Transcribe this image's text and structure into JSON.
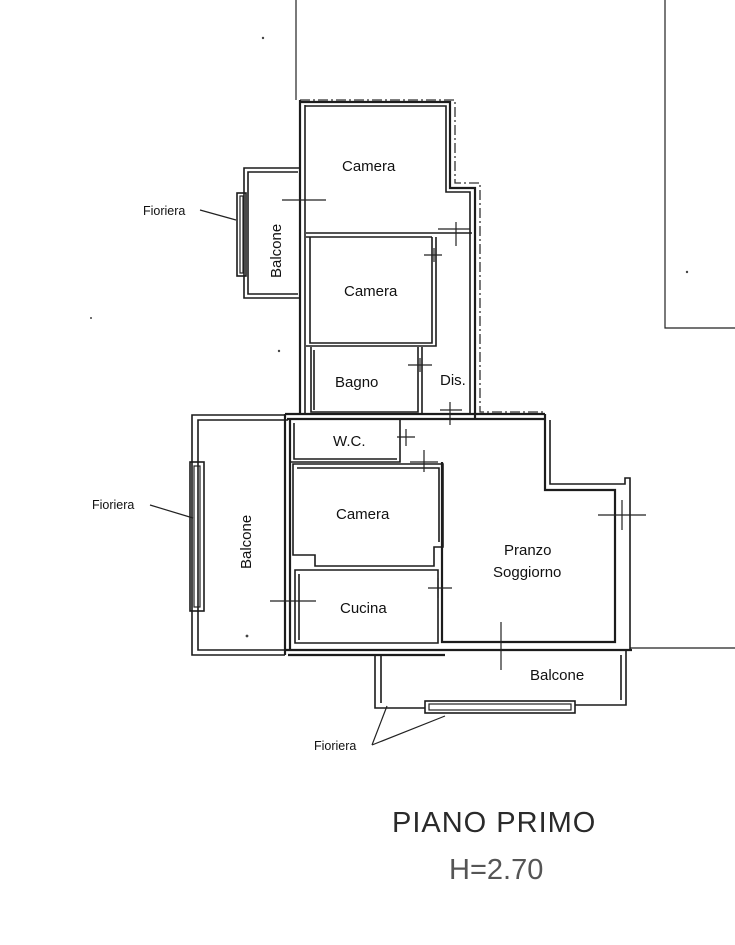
{
  "rooms": {
    "camera_1": "Camera",
    "camera_2": "Camera",
    "bagno": "Bagno",
    "dis": "Dis.",
    "wc": "W.C.",
    "camera_3": "Camera",
    "cucina": "Cucina",
    "pranzo": "Pranzo",
    "soggiorno": "Soggiorno",
    "balcone_top": "Balcone",
    "balcone_left": "Balcone",
    "balcone_bottom": "Balcone"
  },
  "annotations": {
    "fioriera_top": "Fioriera",
    "fioriera_left": "Fioriera",
    "fioriera_bottom": "Fioriera"
  },
  "footer": {
    "floor_title": "PIANO PRIMO",
    "height": "H=2.70"
  }
}
